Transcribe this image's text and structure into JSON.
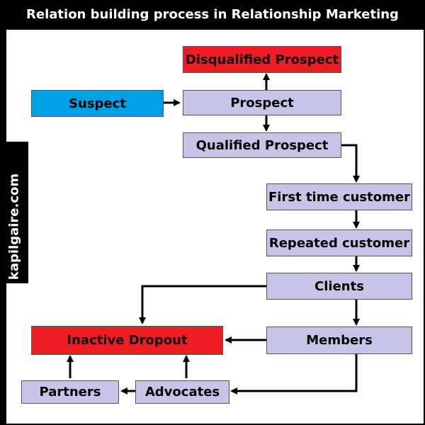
{
  "title": "Relation building process in Relationship Marketing",
  "watermark": "kapilgaire.com",
  "colors": {
    "background": "#000000",
    "canvas": "#ffffff",
    "stage_box": "#c8c4e8",
    "alert_box": "#ee1c24",
    "start_box": "#00a0e4"
  },
  "nodes": {
    "disqualified_prospect": "Disqualified Prospect",
    "suspect": "Suspect",
    "prospect": "Prospect",
    "qualified_prospect": "Qualified Prospect",
    "first_time_customer": "First time customer",
    "repeated_customer": "Repeated customer",
    "clients": "Clients",
    "members": "Members",
    "inactive_dropout": "Inactive Dropout",
    "partners": "Partners",
    "advocates": "Advocates"
  },
  "edges": [
    {
      "from": "suspect",
      "to": "prospect"
    },
    {
      "from": "prospect",
      "to": "disqualified_prospect"
    },
    {
      "from": "prospect",
      "to": "qualified_prospect"
    },
    {
      "from": "qualified_prospect",
      "to": "first_time_customer"
    },
    {
      "from": "first_time_customer",
      "to": "repeated_customer"
    },
    {
      "from": "repeated_customer",
      "to": "clients"
    },
    {
      "from": "clients",
      "to": "members"
    },
    {
      "from": "clients",
      "to": "inactive_dropout"
    },
    {
      "from": "members",
      "to": "inactive_dropout"
    },
    {
      "from": "members",
      "to": "advocates"
    },
    {
      "from": "advocates",
      "to": "partners"
    },
    {
      "from": "advocates",
      "to": "inactive_dropout"
    },
    {
      "from": "partners",
      "to": "inactive_dropout"
    }
  ]
}
